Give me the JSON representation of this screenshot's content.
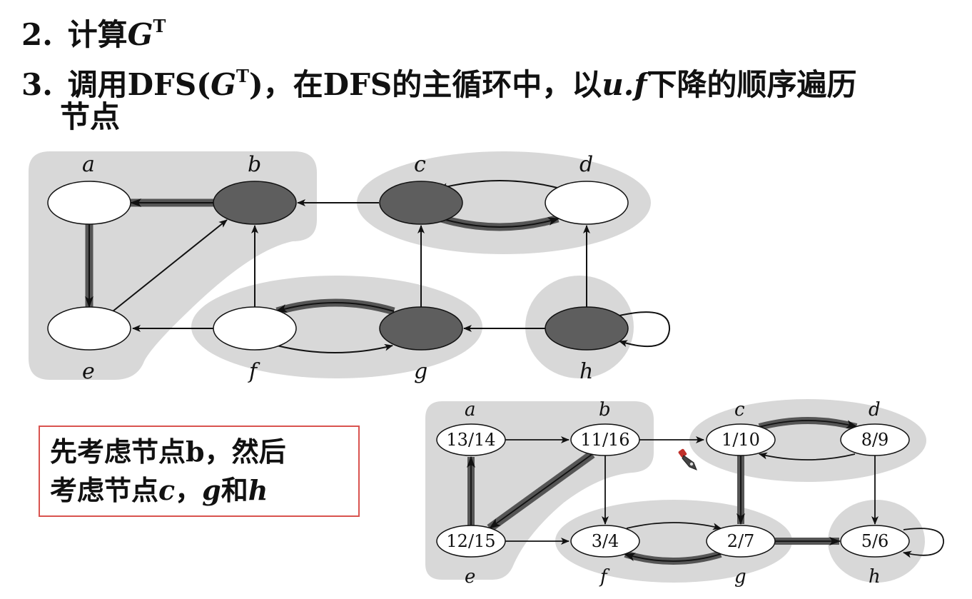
{
  "steps": {
    "step2": {
      "num": "2.",
      "text": "计算",
      "g": "G",
      "sup": "T"
    },
    "step3": {
      "num": "3.",
      "text_a": "调用DFS(",
      "g": "G",
      "sup": "T",
      "text_b": ")，在DFS的主循环中，以",
      "uf": "u.f",
      "text_c": "下降的顺序遍历",
      "text_d": "节点"
    }
  },
  "top_graph": {
    "nodes": [
      {
        "id": "a",
        "label": "a",
        "fill": "white"
      },
      {
        "id": "b",
        "label": "b",
        "fill": "dark"
      },
      {
        "id": "c",
        "label": "c",
        "fill": "dark"
      },
      {
        "id": "d",
        "label": "d",
        "fill": "white"
      },
      {
        "id": "e",
        "label": "e",
        "fill": "white"
      },
      {
        "id": "f",
        "label": "f",
        "fill": "white"
      },
      {
        "id": "g",
        "label": "g",
        "fill": "dark"
      },
      {
        "id": "h",
        "label": "h",
        "fill": "dark"
      }
    ],
    "edges": [
      {
        "from": "b",
        "to": "a",
        "tree": true
      },
      {
        "from": "c",
        "to": "b",
        "tree": false
      },
      {
        "from": "a",
        "to": "e",
        "tree": true
      },
      {
        "from": "e",
        "to": "b",
        "tree": false
      },
      {
        "from": "f",
        "to": "b",
        "tree": false
      },
      {
        "from": "c",
        "to": "d",
        "tree": true
      },
      {
        "from": "d",
        "to": "c",
        "tree": false
      },
      {
        "from": "g",
        "to": "c",
        "tree": false
      },
      {
        "from": "h",
        "to": "d",
        "tree": false
      },
      {
        "from": "f",
        "to": "e",
        "tree": false
      },
      {
        "from": "g",
        "to": "f",
        "tree": true
      },
      {
        "from": "f",
        "to": "g",
        "tree": false
      },
      {
        "from": "h",
        "to": "g",
        "tree": false
      },
      {
        "from": "h",
        "to": "h",
        "tree": false
      }
    ]
  },
  "bottom_graph": {
    "nodes": [
      {
        "id": "a",
        "label": "a",
        "times": "13/14"
      },
      {
        "id": "b",
        "label": "b",
        "times": "11/16"
      },
      {
        "id": "c",
        "label": "c",
        "times": "1/10"
      },
      {
        "id": "d",
        "label": "d",
        "times": "8/9"
      },
      {
        "id": "e",
        "label": "e",
        "times": "12/15"
      },
      {
        "id": "f",
        "label": "f",
        "times": "3/4"
      },
      {
        "id": "g",
        "label": "g",
        "times": "2/7"
      },
      {
        "id": "h",
        "label": "h",
        "times": "5/6"
      }
    ],
    "edges": [
      {
        "from": "a",
        "to": "b",
        "tree": false
      },
      {
        "from": "e",
        "to": "a",
        "tree": true
      },
      {
        "from": "b",
        "to": "e",
        "tree": true
      },
      {
        "from": "b",
        "to": "c",
        "tree": false
      },
      {
        "from": "b",
        "to": "f",
        "tree": false
      },
      {
        "from": "e",
        "to": "f",
        "tree": false
      },
      {
        "from": "c",
        "to": "d",
        "tree": true
      },
      {
        "from": "d",
        "to": "c",
        "tree": false
      },
      {
        "from": "c",
        "to": "g",
        "tree": true
      },
      {
        "from": "d",
        "to": "h",
        "tree": false
      },
      {
        "from": "f",
        "to": "g",
        "tree": false
      },
      {
        "from": "g",
        "to": "f",
        "tree": true
      },
      {
        "from": "g",
        "to": "h",
        "tree": true
      },
      {
        "from": "h",
        "to": "h",
        "tree": false
      }
    ]
  },
  "note": {
    "line1": "先考虑节点b，然后",
    "line2_a": "考虑节点",
    "c": "c",
    "comma": "，",
    "g": "g",
    "and": "和",
    "h": "h"
  },
  "icons": {
    "cursor": "pen-cursor-icon"
  }
}
